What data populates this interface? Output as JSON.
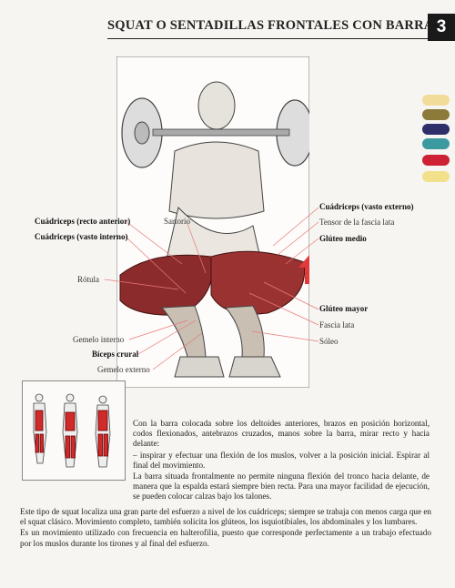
{
  "header": {
    "title": "SQUAT O SENTADILLAS FRONTALES CON BARRA",
    "page_badge": "3"
  },
  "colors": {
    "thumb_tabs": [
      "#f2dc9a",
      "#8b7a3a",
      "#2e2e6b",
      "#3b9aa0",
      "#cc2233",
      "#f2e08a"
    ]
  },
  "labels": {
    "cuadriceps_recto_anterior": "Cuádriceps (recto anterior)",
    "cuadriceps_vasto_interno": "Cuádriceps (vasto interno)",
    "sartorio": "Sartorio",
    "rotula": "Rótula",
    "gemelo_interno": "Gemelo interno",
    "biceps_crural": "Bíceps crural",
    "gemelo_externo": "Gemelo externo",
    "cuadriceps_vasto_externo": "Cuádriceps (vasto externo)",
    "tensor_fascia_lata": "Tensor de la fascia lata",
    "gluteo_medio": "Glúteo medio",
    "gluteo_mayor": "Glúteo mayor",
    "fascia_lata": "Fascia lata",
    "soleo": "Sóleo"
  },
  "body_text": {
    "p1": "Con la barra colocada sobre los deltoides anteriores, brazos en posición horizontal, codos flexionados, antebrazos cruzados, manos sobre la barra, mirar recto y hacia delante:",
    "p2": "– inspirar y efectuar una flexión de los muslos, volver a la posición inicial. Espirar al final del movimiento.",
    "p3": "La barra situada frontalmente no permite ninguna flexión del tronco hacia delante, de manera que la espalda estará siempre bien recta. Para una mayor facilidad de ejecución, se pueden colocar calzas bajo los talones.",
    "p4": "Este tipo de squat localiza una gran parte del esfuerzo a nivel de los cuádriceps; siempre se trabaja con menos carga que en el squat clásico. Movimiento completo, también solicita los glúteos, los isquiotibiales, los abdominales y los lumbares.",
    "p5": "Es un movimiento utilizado con frecuencia en halterofilia, puesto que corresponde perfectamente a un trabajo efectuado por los muslos durante los tirones y al final del esfuerzo."
  }
}
